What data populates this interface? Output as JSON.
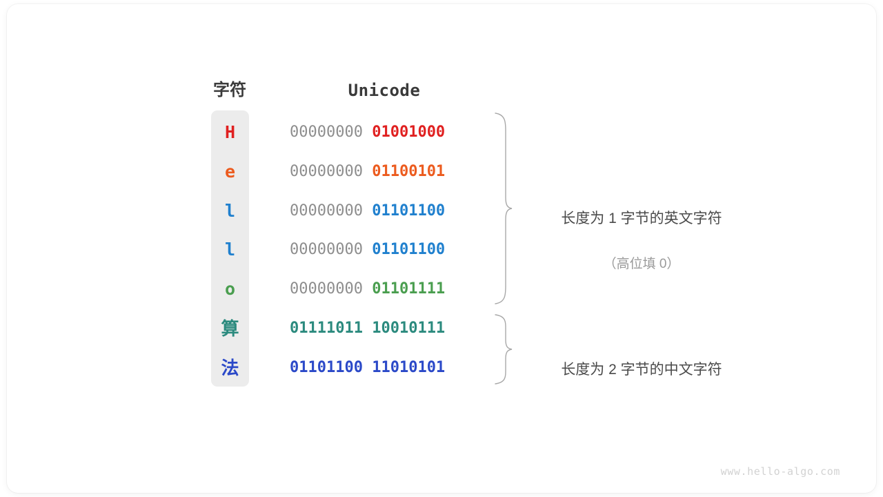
{
  "headers": {
    "character": "字符",
    "unicode": "Unicode"
  },
  "colors": {
    "column_bg": "#ececec",
    "high_byte_gray": "#8d8d8d",
    "annotation": "#4a4a4a",
    "annotation_sub": "#9a9a9a",
    "brace": "#a8a8a8",
    "watermark": "#d2d2d2",
    "red": "#e02020",
    "orange": "#ec5b1e",
    "blue": "#2080ce",
    "green": "#4a9e4f",
    "teal": "#2b8a7e",
    "indigo": "#2b49c8"
  },
  "rows": [
    {
      "char": "H",
      "high": "00000000",
      "low": "01001000",
      "color": "#e02020",
      "high_colored": false,
      "cjk": false
    },
    {
      "char": "e",
      "high": "00000000",
      "low": "01100101",
      "color": "#ec5b1e",
      "high_colored": false,
      "cjk": false
    },
    {
      "char": "l",
      "high": "00000000",
      "low": "01101100",
      "color": "#2080ce",
      "high_colored": false,
      "cjk": false
    },
    {
      "char": "l",
      "high": "00000000",
      "low": "01101100",
      "color": "#2080ce",
      "high_colored": false,
      "cjk": false
    },
    {
      "char": "o",
      "high": "00000000",
      "low": "01101111",
      "color": "#4a9e4f",
      "high_colored": false,
      "cjk": false
    },
    {
      "char": "算",
      "high": "01111011",
      "low": "10010111",
      "color": "#2b8a7e",
      "high_colored": true,
      "cjk": true
    },
    {
      "char": "法",
      "high": "01101100",
      "low": "11010101",
      "color": "#2b49c8",
      "high_colored": true,
      "cjk": true
    }
  ],
  "annotations": [
    {
      "main": "长度为 1 字节的英文字符",
      "sub": "（高位填 0）",
      "covers_rows": [
        1,
        5
      ]
    },
    {
      "main": "长度为 2 字节的中文字符",
      "sub": "",
      "covers_rows": [
        6,
        7
      ]
    }
  ],
  "watermark": "www.hello-algo.com"
}
